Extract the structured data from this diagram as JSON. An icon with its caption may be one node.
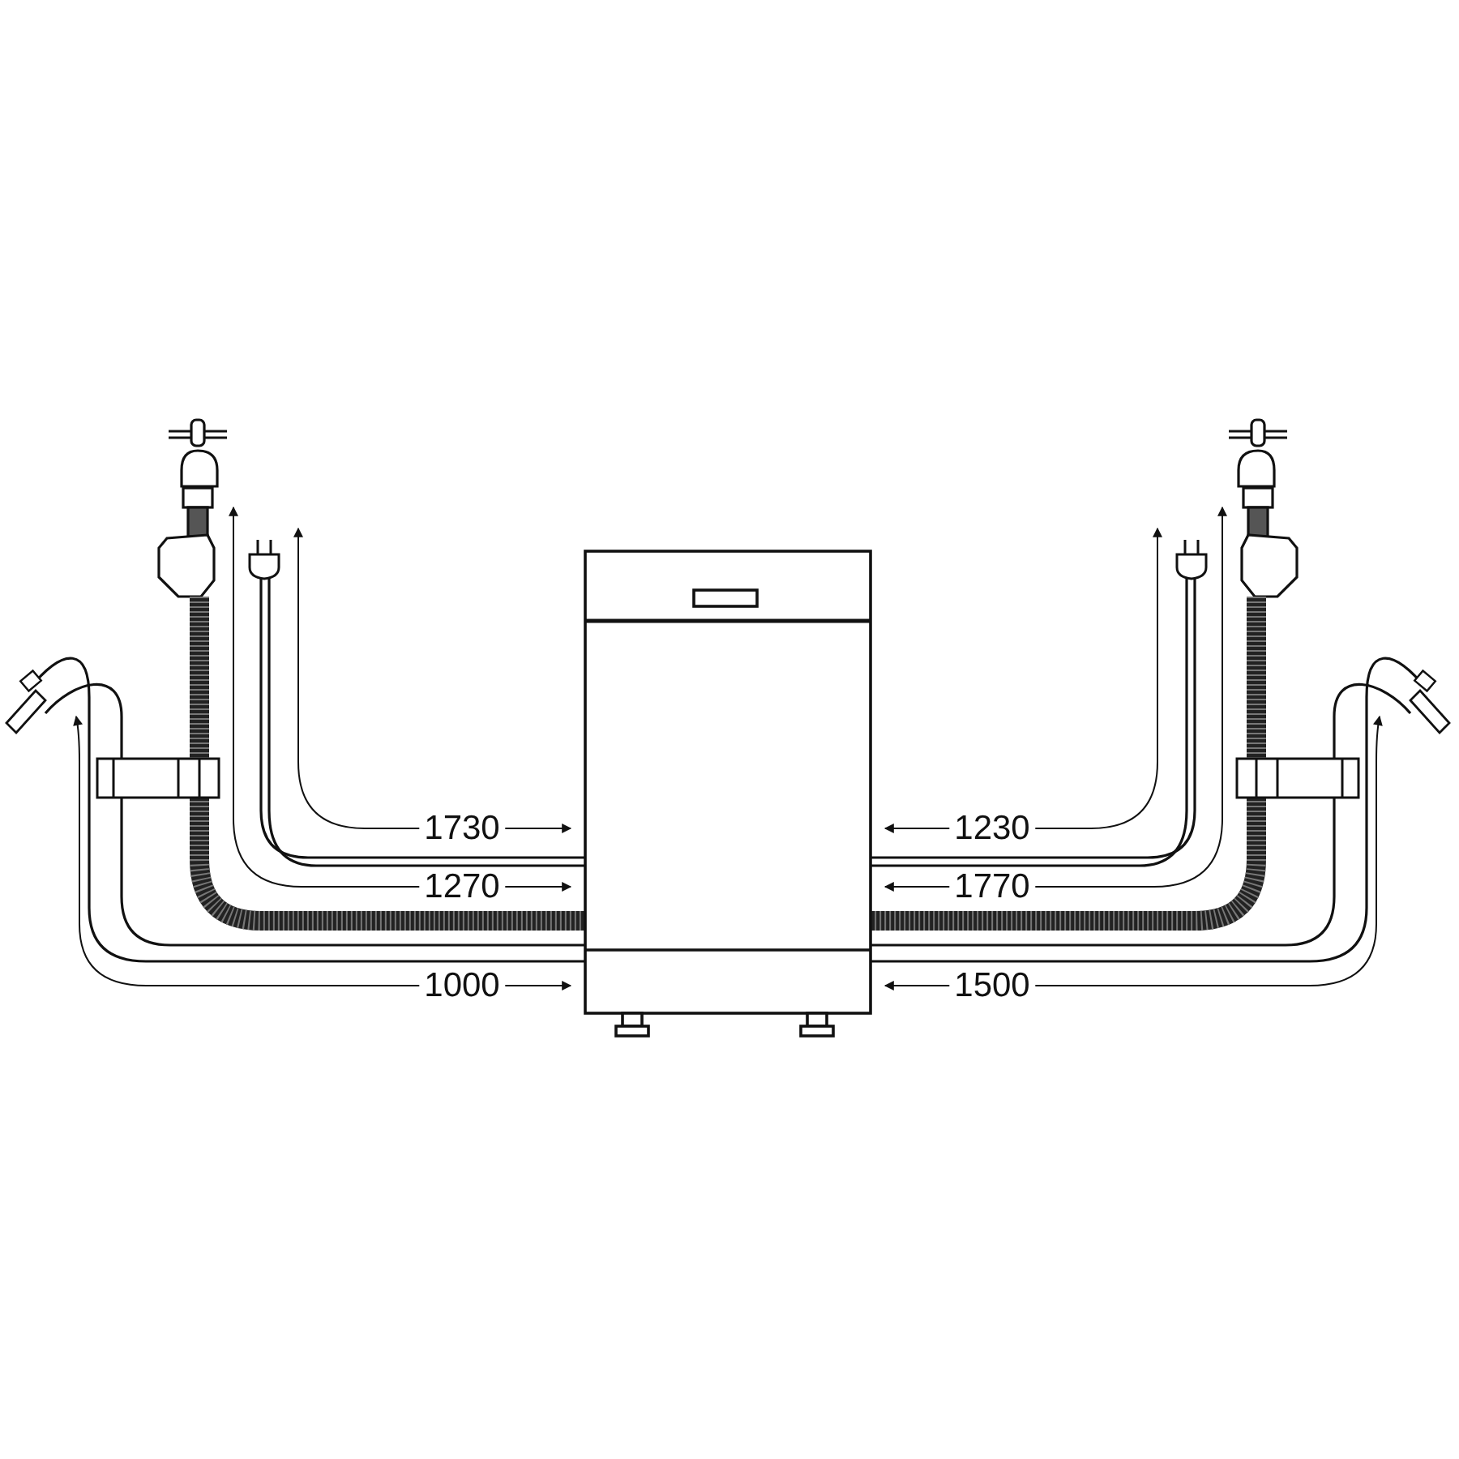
{
  "diagram": {
    "labels": [
      "1730",
      "1230",
      "1270",
      "1770",
      "1000",
      "1500"
    ]
  }
}
